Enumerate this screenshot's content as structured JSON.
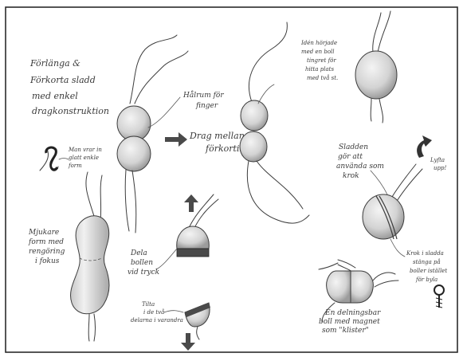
{
  "colors": {
    "paper": "#ffffff",
    "frame": "#2b2b2b",
    "ink": "#3c3c3c",
    "ball": "#d9d9d9",
    "ball_shadow": "#9a9a9a",
    "arrow": "#4a4a4a"
  },
  "labels": {
    "title": [
      "Förlänga &",
      "Förkorta sladd",
      "med enkel",
      "dragkonstruktion"
    ],
    "knot_note": [
      "Man vrar in",
      "glatt enkle",
      "form"
    ],
    "hole_for_fingers": [
      "Hålrum för",
      "finger"
    ],
    "drag_both": [
      "Drag mellan",
      "förkorting"
    ],
    "idea_note": [
      "Idén hörjade",
      "med en boll",
      "tingret för",
      "hitta plats",
      "med två st."
    ],
    "cord_note": [
      "Sladden",
      "gör att",
      "använda som",
      "krok"
    ],
    "lift_note": [
      "Lyfta",
      "upp!"
    ],
    "softer_form": [
      "Mjukare",
      "form med",
      "rengöring",
      "i fokus"
    ],
    "split_ball": [
      "Dela",
      "bollen",
      "vid tryck"
    ],
    "hook_note": [
      "Krok i sladda",
      "stänga på",
      "boller istället",
      "för byla"
    ],
    "tilt_note": [
      "Tilta",
      "i de två",
      "delarna i varandra"
    ],
    "split_ball_note": [
      "En delningsbar",
      "boll med magnet",
      "som \"klister\""
    ]
  }
}
